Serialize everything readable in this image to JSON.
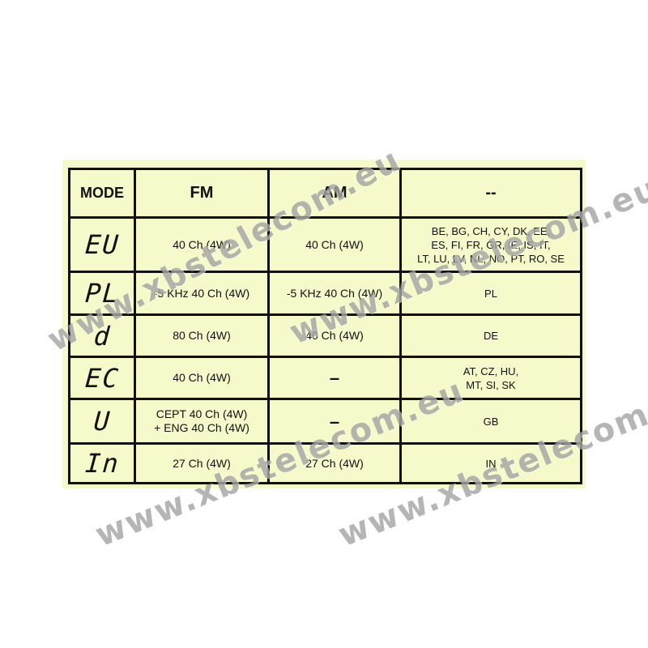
{
  "header": {
    "mode": "MODE",
    "fm": "FM",
    "am": "AM",
    "region": "--"
  },
  "rows": [
    {
      "mode": "EU",
      "fm": "40 Ch (4W)",
      "am": "40 Ch (4W)",
      "region": [
        "BE, BG, CH, CY, DK, EE,",
        "ES, FI, FR, GR, IE, IS, IT,",
        "LT, LU, LV, NL, NO, PT, RO, SE"
      ]
    },
    {
      "mode": "PL",
      "fm": "-5 KHz 40 Ch (4W)",
      "am": "-5 KHz 40 Ch (4W)",
      "region": [
        "PL"
      ]
    },
    {
      "mode": "d",
      "fm": "80 Ch (4W)",
      "am": "40 Ch (4W)",
      "region": [
        "DE"
      ]
    },
    {
      "mode": "EC",
      "fm": "40 Ch (4W)",
      "am": "–",
      "region": [
        "AT, CZ, HU,",
        "MT, SI, SK"
      ]
    },
    {
      "mode": "U",
      "fm": [
        "CEPT 40 Ch (4W)",
        "+ ENG 40 Ch (4W)"
      ],
      "am": "–",
      "region": [
        "GB"
      ]
    },
    {
      "mode": "In",
      "fm": "27 Ch (4W)",
      "am": "27 Ch (4W)",
      "region": [
        "IN"
      ]
    }
  ],
  "watermark": "www.xbstelecom.eu"
}
